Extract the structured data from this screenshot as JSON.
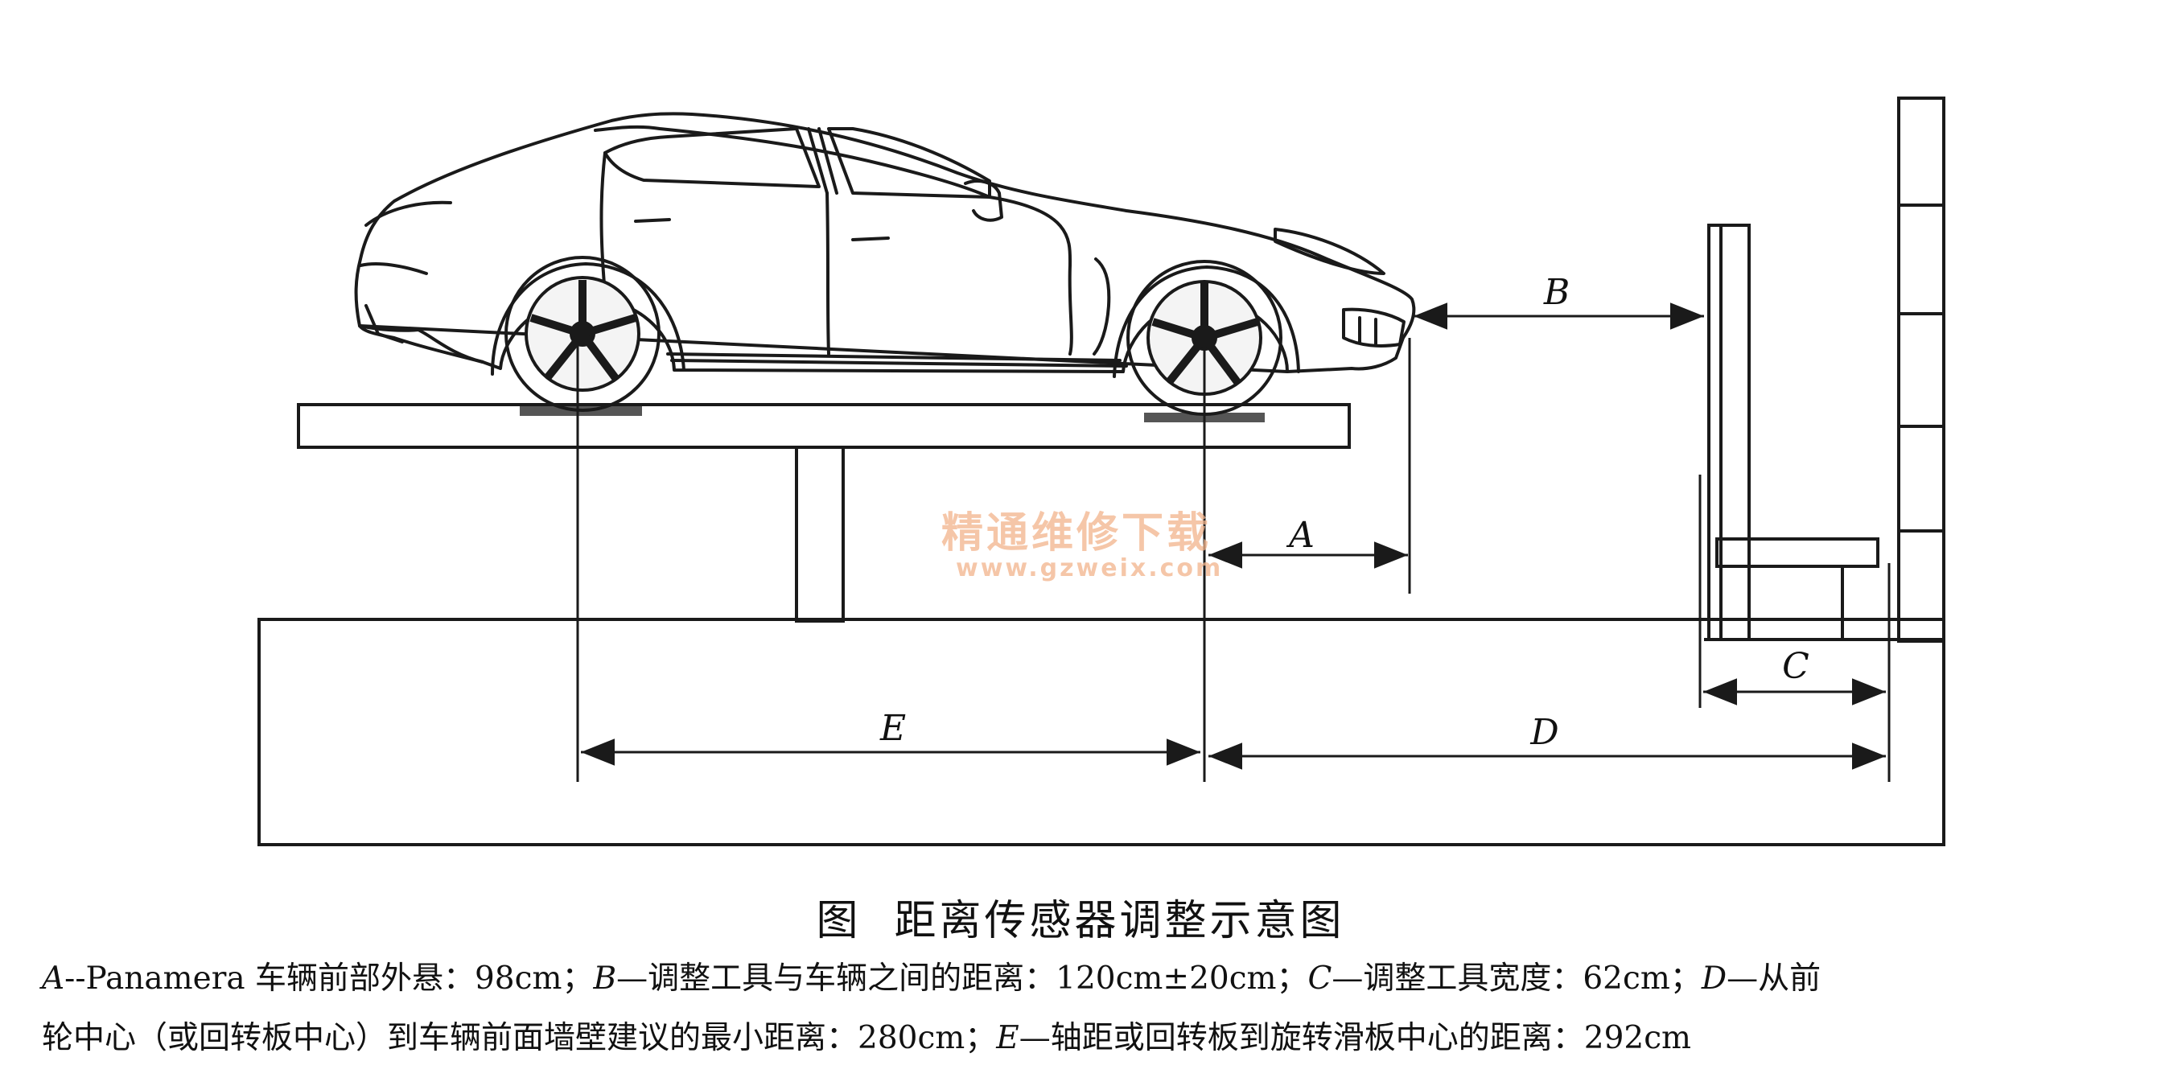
{
  "diagram": {
    "labels": {
      "a": "A",
      "b": "B",
      "c": "C",
      "d": "D",
      "e": "E"
    },
    "watermark": {
      "name": "精通维修下载",
      "url": "www.gzweix.com"
    },
    "colors": {
      "line": "#1a1a1a",
      "watermark": "#f2b48c",
      "tire_contact": "#555555"
    }
  },
  "caption": {
    "fig": "图",
    "title": "距离传感器调整示意图"
  },
  "legend": {
    "line1": [
      {
        "key": "A",
        "text": "--Panamera 车辆前部外悬：98cm；"
      },
      {
        "key": "B",
        "text": "—调整工具与车辆之间的距离：120cm±20cm；"
      },
      {
        "key": "C",
        "text": "—调整工具宽度：62cm；"
      },
      {
        "key": "D",
        "text": "—从前"
      }
    ],
    "line2_text1": "轮中心（或回转板中心）到车辆前面墙壁建议的最小距离：280cm；",
    "line2_key": "E",
    "line2_text2": "—轴距或回转板到旋转滑板中心的距离：292cm"
  }
}
